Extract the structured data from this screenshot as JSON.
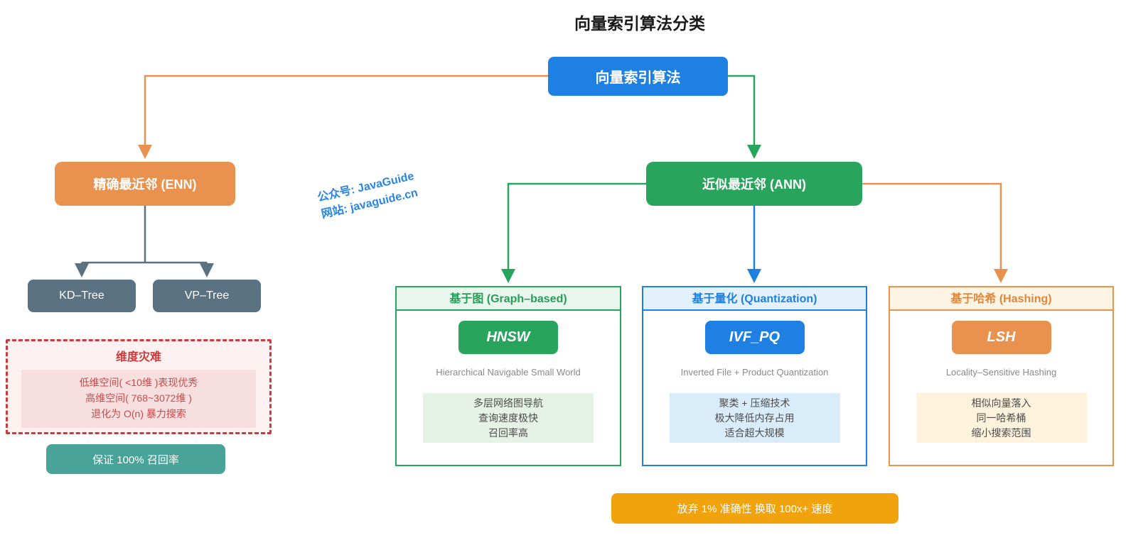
{
  "title": "向量索引算法分类",
  "watermark": {
    "line1": "公众号: JavaGuide",
    "line2": "网站: javaguide.cn"
  },
  "root": {
    "label": "向量索引算法"
  },
  "enn": {
    "label": "精确最近邻 (ENN)",
    "children": [
      {
        "label": "KD–Tree"
      },
      {
        "label": "VP–Tree"
      }
    ],
    "warning": {
      "title": "维度灾难",
      "lines": [
        "低维空间( <10维 )表现优秀",
        "高维空间( 768~3072维 )",
        "退化为 O(n) 暴力搜索"
      ]
    },
    "benefit": "保证 100% 召回率"
  },
  "ann": {
    "label": "近似最近邻 (ANN)",
    "categories": [
      {
        "header": "基于图 (Graph–based)",
        "algo": "HNSW",
        "caption": "Hierarchical Navigable Small World",
        "points": [
          "多层网络图导航",
          "查询速度极快",
          "召回率高"
        ]
      },
      {
        "header": "基于量化 (Quantization)",
        "algo": "IVF_PQ",
        "caption": "Inverted File + Product Quantization",
        "points": [
          "聚类 + 压缩技术",
          "极大降低内存占用",
          "适合超大规模"
        ]
      },
      {
        "header": "基于哈希 (Hashing)",
        "algo": "LSH",
        "caption": "Locality–Sensitive Hashing",
        "points": [
          "相似向量落入",
          "同一哈希桶",
          "缩小搜索范围"
        ]
      }
    ],
    "tradeoff": "放弃 1% 准确性 换取 100x+ 速度"
  },
  "colors": {
    "root_blue": "#1d80e2",
    "enn_orange": "#e9914e",
    "ann_green": "#29a45d",
    "leaf_slate": "#5b7282",
    "warning_red": "#cc3b3b",
    "benefit_teal": "#4aa398",
    "tradeoff_amber": "#f0a30c"
  }
}
